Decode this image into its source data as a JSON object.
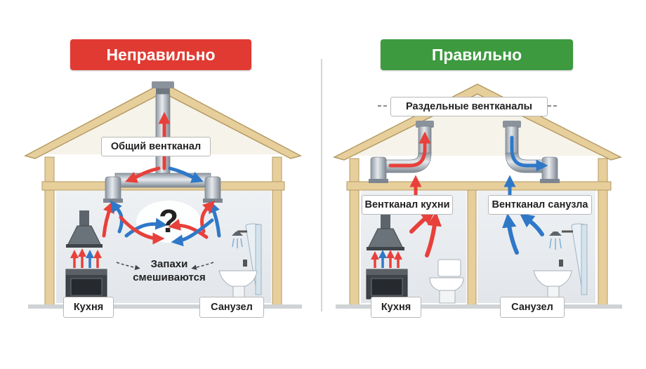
{
  "left_panel": {
    "header": "Неправильно",
    "header_color": "#e03a32",
    "duct_label": "Общий вентканал",
    "mix_symbol": "?",
    "mix_text_line1": "Запахи",
    "mix_text_line2": "смешиваются",
    "room_left": "Кухня",
    "room_right": "Санузел"
  },
  "right_panel": {
    "header": "Правильно",
    "header_color": "#3d9a3f",
    "top_label": "Раздельные вентканалы",
    "duct_label_left": "Вентканал кухни",
    "duct_label_right": "Вентканал санузла",
    "room_left": "Кухня",
    "room_right": "Санузел"
  },
  "colors": {
    "warm_air": "#e8403a",
    "cool_air": "#2f78c8",
    "wood": "#e7cf9c",
    "wood_edge": "#b59a63",
    "duct": "#a9b2bb"
  }
}
